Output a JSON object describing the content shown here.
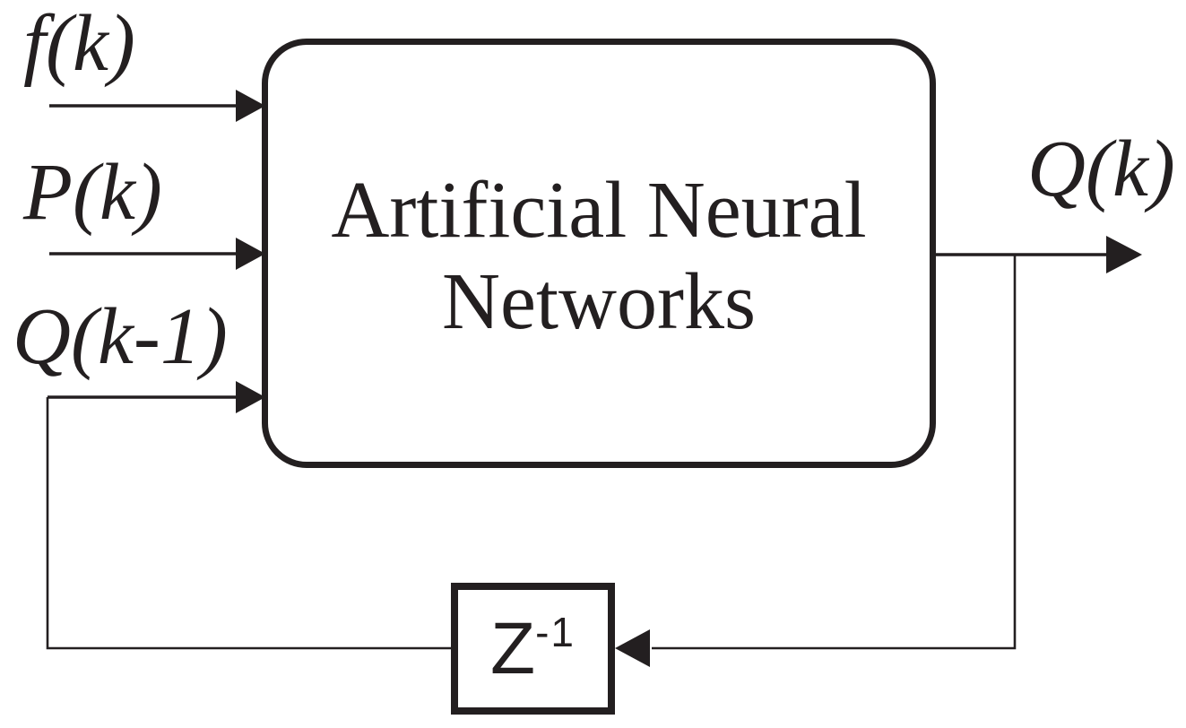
{
  "diagram": {
    "main_block": {
      "title_lines": [
        "Artificial Neural",
        "Networks"
      ]
    },
    "delay_block": {
      "base": "Z",
      "exponent": "-1"
    },
    "inputs": [
      {
        "label": "f(k)"
      },
      {
        "label": "P(k)"
      },
      {
        "label": "Q(k-1)"
      }
    ],
    "output": {
      "label": "Q(k)"
    }
  },
  "colors": {
    "ink": "#231f20",
    "background": "#ffffff"
  }
}
